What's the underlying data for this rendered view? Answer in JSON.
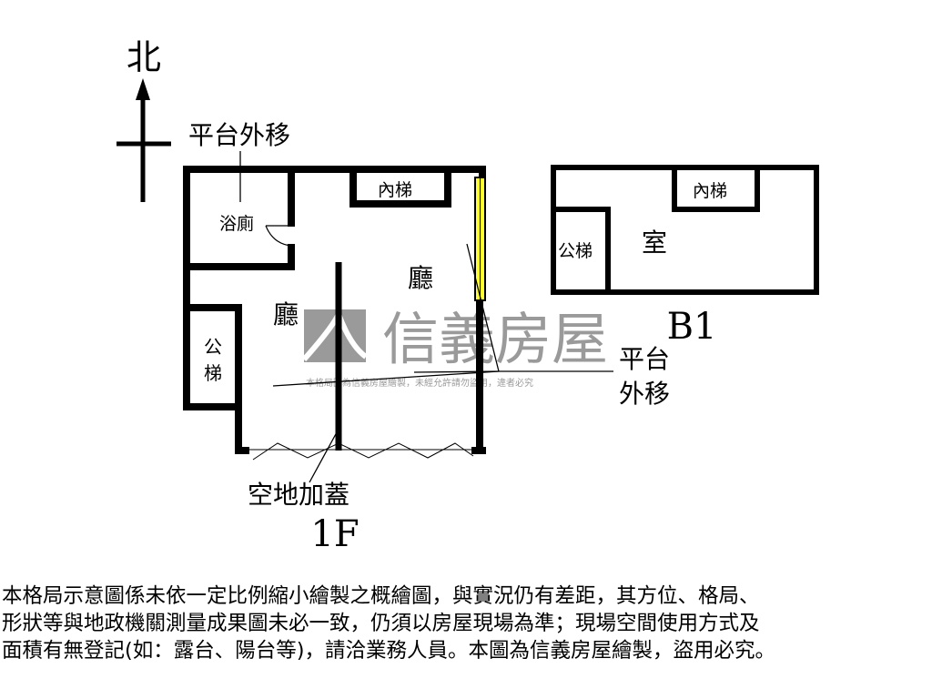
{
  "compass": {
    "north": "北"
  },
  "floor_1f": {
    "level": "1F",
    "rooms": {
      "bathroom": "浴廁",
      "inner_stairs": "內梯",
      "living_right": "廳",
      "living_left": "廳",
      "public_stairs_top": "公",
      "public_stairs_bottom": "梯"
    },
    "notes": {
      "platform_moved_top": "平台外移",
      "platform_moved_right_line1": "平台",
      "platform_moved_right_line2": "外移",
      "vacant_land_addition": "空地加蓋"
    },
    "window_color": "#ffff33"
  },
  "floor_b1": {
    "level": "B1",
    "rooms": {
      "inner_stairs": "內梯",
      "public_stairs": "公梯",
      "room": "室"
    }
  },
  "watermark": {
    "brand": "信義房屋",
    "notice": "本格局圖為信義房屋繪製，未經允許請勿盜用，違者必究"
  },
  "disclaimer": [
    "本格局示意圖係未依一定比例縮小繪製之概繪圖，與實況仍有差距，其方位、格局、",
    "形狀等與地政機關測量成果圖未必一致，仍須以房屋現場為準；現場空間使用方式及",
    "面積有無登記(如：露台、陽台等)，請洽業務人員。本圖為信義房屋繪製，盜用必究。"
  ]
}
